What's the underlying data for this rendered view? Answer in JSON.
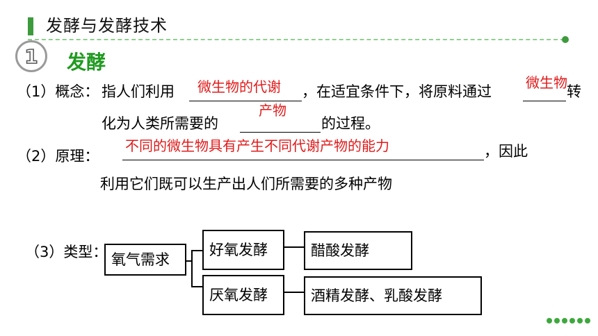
{
  "header": {
    "title": "发酵与发酵技术",
    "accent_color": "#3d9a3d"
  },
  "section": {
    "number": "1",
    "title": "发酵",
    "title_color": "#1f9a1f"
  },
  "concept": {
    "label": "（1）概念：",
    "line1_a": "指人们利用",
    "line1_b": "，在适宜条件下，将原料通过",
    "line1_c": "转",
    "line2_a": "化为人类所需要的",
    "line2_b": "的过程。",
    "answer1": "微生物的代谢",
    "answer2": "微生物",
    "answer3": "产物"
  },
  "principle": {
    "label": "（2）原理：",
    "suffix": "，因此",
    "line2": "利用它们既可以生产出人们所需要的多种产物",
    "answer": "不同的微生物具有产生不同代谢产物的能力"
  },
  "types": {
    "label": "（3）类型：",
    "root": "氧气需求",
    "aerobic": "好氧发酵",
    "aerobic_examples": "醋酸发酵",
    "anaerobic": "厌氧发酵",
    "anaerobic_examples": "酒精发酵、乳酸发酵"
  },
  "colors": {
    "answer": "#e01a1a"
  }
}
